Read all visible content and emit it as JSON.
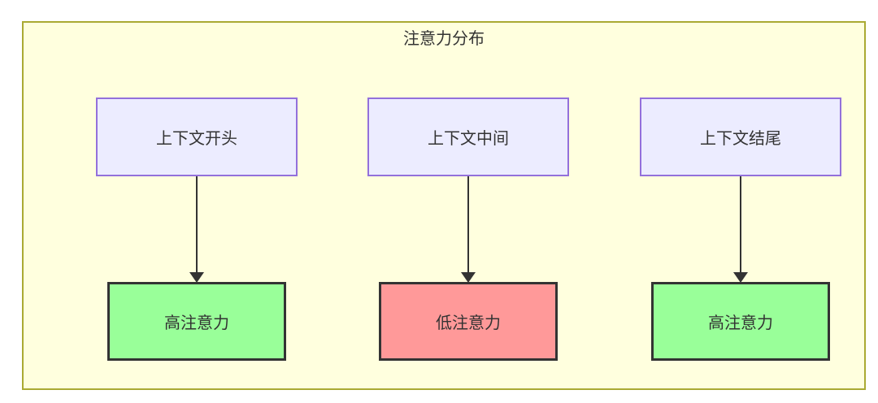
{
  "diagram": {
    "title": "注意力分布",
    "columns": [
      {
        "source": "上下文开头",
        "target": "高注意力",
        "attention_level": "high"
      },
      {
        "source": "上下文中间",
        "target": "低注意力",
        "attention_level": "low"
      },
      {
        "source": "上下文结尾",
        "target": "高注意力",
        "attention_level": "high"
      }
    ],
    "colors": {
      "container_fill": "#ffffde",
      "container_border": "#aaaa33",
      "source_node_fill": "#ececff",
      "source_node_border": "#9370db",
      "high_attention_fill": "#99ff99",
      "low_attention_fill": "#ff9999",
      "target_node_border": "#333333",
      "arrow": "#333333",
      "text": "#333333"
    }
  }
}
